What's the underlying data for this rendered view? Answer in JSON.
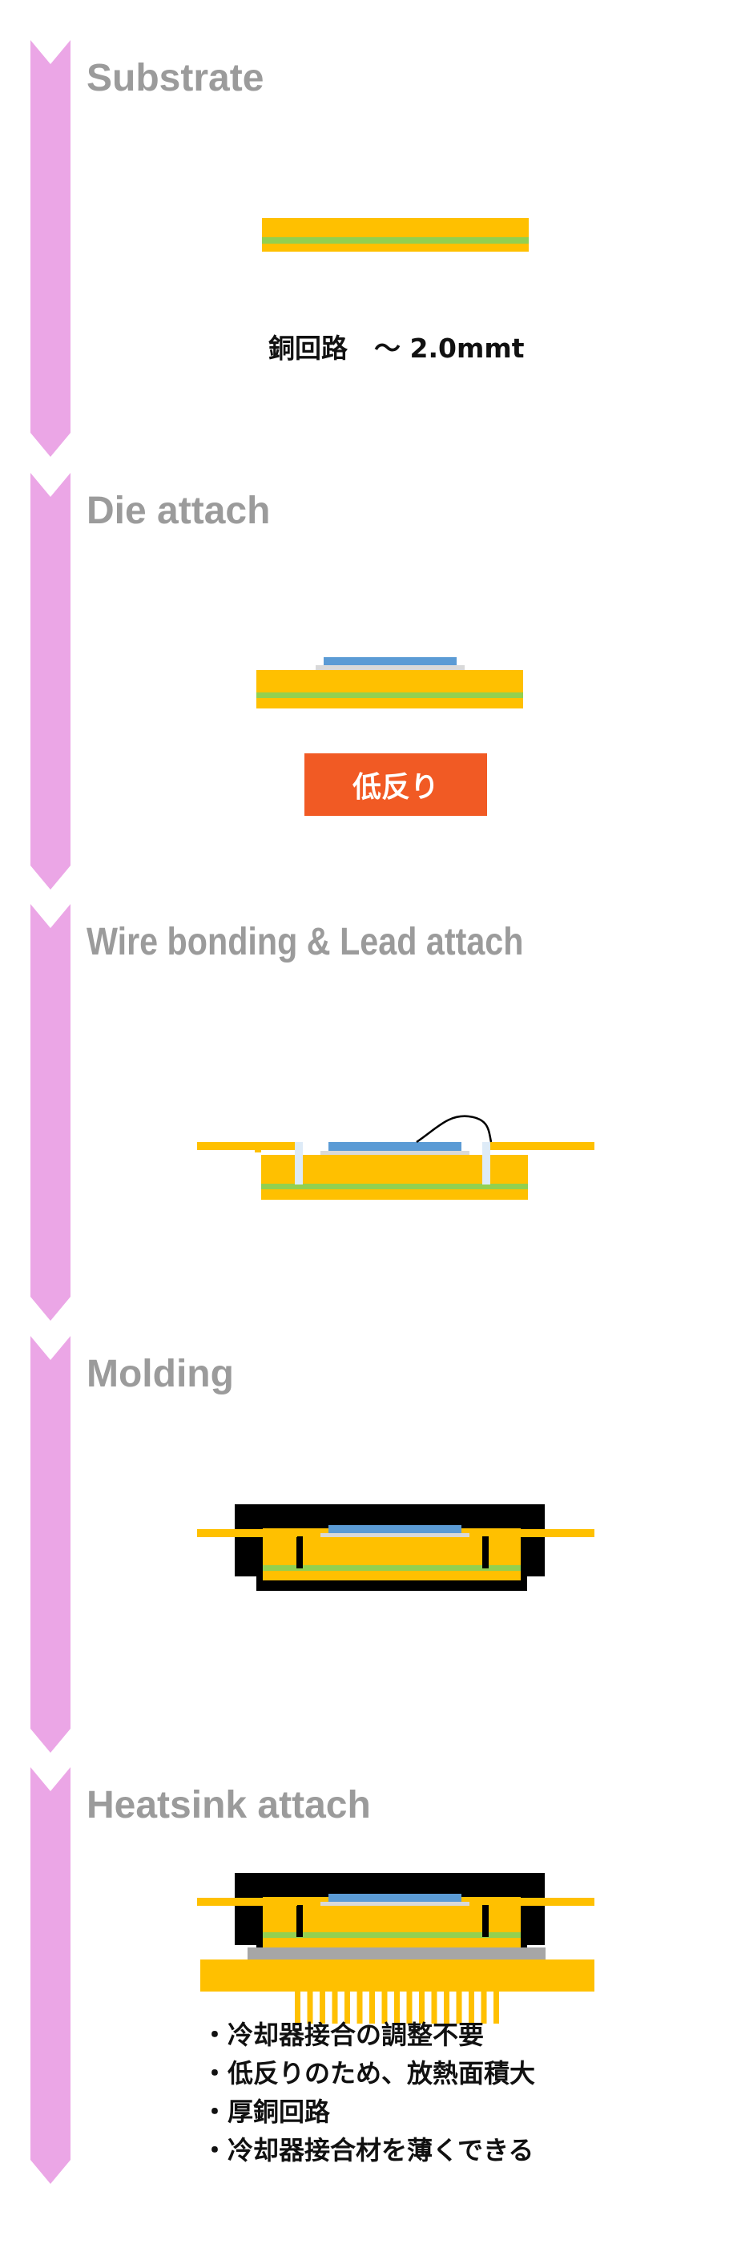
{
  "colors": {
    "arrow": "#eba6e6",
    "copper": "#ffc000",
    "ceramic": "#92d050",
    "die": "#5b9bd5",
    "solder": "#d9d9d9",
    "post": "#deebf7",
    "mold": "#000000",
    "grease": "#a6a6a6",
    "badge": "#f15a24"
  },
  "stages": [
    {
      "title": "Substrate",
      "caption": "銅回路　～ 2.0mmt"
    },
    {
      "title": "Die attach",
      "badge": "低反り"
    },
    {
      "title": "Wire bonding & Lead attach"
    },
    {
      "title": "Molding"
    },
    {
      "title": "Heatsink attach",
      "benefits": [
        "・冷却器接合の調整不要",
        "・低反りのため、放熱面積大",
        "・厚銅回路",
        "・冷却器接合材を薄くできる"
      ]
    }
  ]
}
